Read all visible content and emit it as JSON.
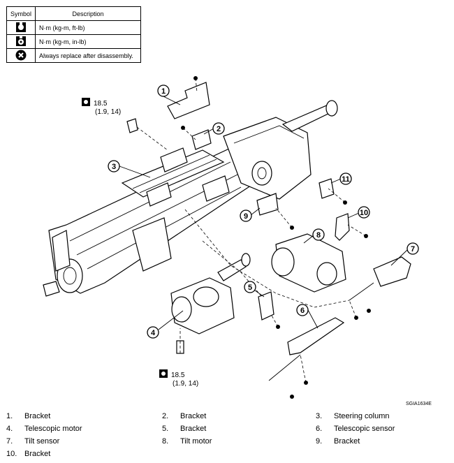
{
  "legend": {
    "header_symbol": "Symbol",
    "header_description": "Description",
    "rows": [
      {
        "icon": "torque-nm-kgm-ftlb-icon",
        "description": "N·m (kg-m, ft-lb)"
      },
      {
        "icon": "torque-nm-kgm-inlb-icon",
        "description": "N·m (kg-m, in-lb)"
      },
      {
        "icon": "always-replace-icon",
        "description": "Always replace after disassembly."
      }
    ]
  },
  "torque_specs": [
    {
      "value": "18.5",
      "sub": "(1.9, 14)"
    },
    {
      "value": "18.5",
      "sub": "(1.9, 14)"
    }
  ],
  "callouts": [
    "1",
    "2",
    "3",
    "4",
    "5",
    "6",
    "7",
    "8",
    "9",
    "10",
    "11"
  ],
  "reference_code": "SGIA1634E",
  "parts": [
    {
      "num": "1.",
      "label": "Bracket"
    },
    {
      "num": "2.",
      "label": "Bracket"
    },
    {
      "num": "3.",
      "label": "Steering column"
    },
    {
      "num": "4.",
      "label": "Telescopic motor"
    },
    {
      "num": "5.",
      "label": "Bracket"
    },
    {
      "num": "6.",
      "label": "Telescopic sensor"
    },
    {
      "num": "7.",
      "label": "Tilt sensor"
    },
    {
      "num": "8.",
      "label": "Tilt motor"
    },
    {
      "num": "9.",
      "label": "Bracket"
    },
    {
      "num": "10.",
      "label": "Bracket"
    }
  ]
}
